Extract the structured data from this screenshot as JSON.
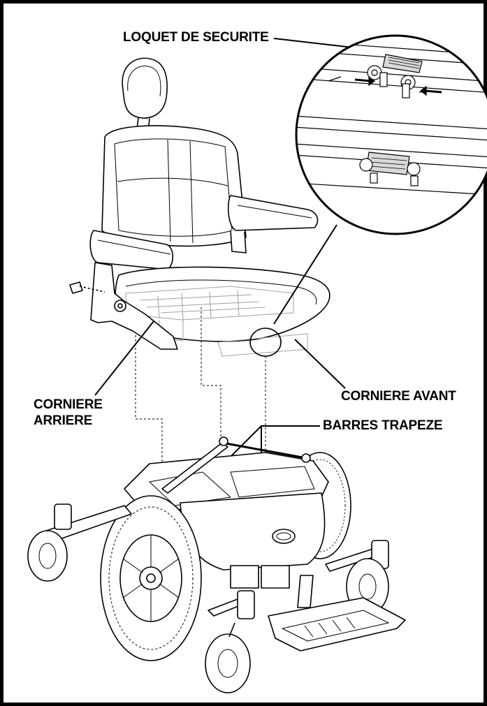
{
  "labels": {
    "security_latch": "LOQUET DE SECURITE",
    "rear_angle_line1": "CORNIERE",
    "rear_angle_line2": "ARRIERE",
    "front_angle": "CORNIERE AVANT",
    "trapeze_bars": "BARRES TRAPEZE"
  },
  "colors": {
    "frame": "#000000",
    "ink": "#000000",
    "faded_ink": "#a0a0a0",
    "background": "#ffffff"
  }
}
